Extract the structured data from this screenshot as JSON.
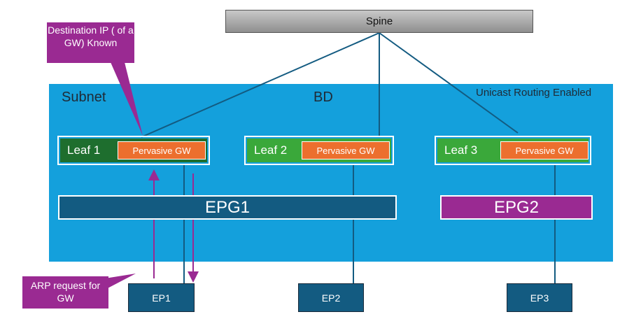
{
  "regions": {
    "subnet_label": "Subnet",
    "bd_label": "BD",
    "unicast_label": "Unicast Routing Enabled"
  },
  "spine": {
    "label": "Spine"
  },
  "leaves": [
    {
      "name": "Leaf 1",
      "gw": "Pervasive GW"
    },
    {
      "name": "Leaf 2",
      "gw": "Pervasive GW"
    },
    {
      "name": "Leaf 3",
      "gw": "Pervasive GW"
    }
  ],
  "epgs": [
    {
      "label": "EPG1",
      "color": "#135b81"
    },
    {
      "label": "EPG2",
      "color": "#9a2a92"
    }
  ],
  "endpoints": [
    {
      "label": "EP1"
    },
    {
      "label": "EP2"
    },
    {
      "label": "EP3"
    }
  ],
  "callouts": {
    "destination": "Destination IP ( of a GW) Known",
    "arp": "ARP request for GW"
  },
  "colors": {
    "bd_region": "#14a0dc",
    "link": "#135b81",
    "arrow": "#9a2a92",
    "gw": "#ec6f2e"
  }
}
